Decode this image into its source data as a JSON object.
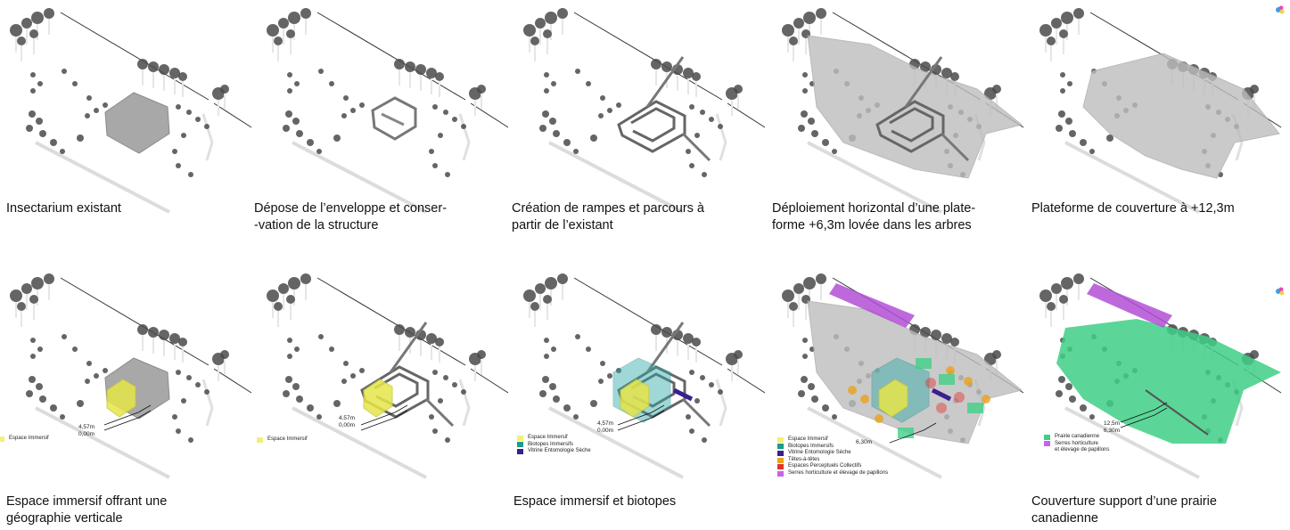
{
  "panels": [
    {
      "caption": [
        "Insectarium existant"
      ],
      "legend": [],
      "heights": []
    },
    {
      "caption": [
        "Dépose de l’enveloppe et conser-",
        "-vation de la structure"
      ],
      "legend": [],
      "heights": []
    },
    {
      "caption": [
        "Création de rampes et parcours à",
        "partir de l’existant"
      ],
      "legend": [],
      "heights": []
    },
    {
      "caption": [
        "Déploiement horizontal d’une plate-",
        "forme +6,3m lovée dans les arbres"
      ],
      "legend": [],
      "heights": []
    },
    {
      "caption": [
        "Plateforme de couverture à +12,3m"
      ],
      "legend": [],
      "heights": []
    },
    {
      "caption": [
        "Espace immersif offrant une",
        "géographie verticale"
      ],
      "legend": [
        {
          "label": "Espace Immersif",
          "color": "#eef27a"
        }
      ],
      "heights": [
        "4,57m",
        "0,00m"
      ]
    },
    {
      "caption": [
        ""
      ],
      "legend": [
        {
          "label": "Espace Immersif",
          "color": "#eef27a"
        }
      ],
      "heights": [
        "4,57m",
        "0,00m"
      ]
    },
    {
      "caption": [
        "Espace immersif et biotopes"
      ],
      "legend": [
        {
          "label": "Espace Immersif",
          "color": "#eef27a"
        },
        {
          "label": "Biotopes Immersifs",
          "color": "#1f9a8e"
        },
        {
          "label": "Vitrine Entomologie Sèche",
          "color": "#3a1f8f"
        }
      ],
      "heights": [
        "4,57m",
        "0,00m"
      ]
    },
    {
      "caption": [
        ""
      ],
      "legend": [
        {
          "label": "Espace Immersif",
          "color": "#eef27a"
        },
        {
          "label": "Biotopes Immersifs",
          "color": "#1f9a8e"
        },
        {
          "label": "Vitrine Entomologie Sèche",
          "color": "#3a1f8f"
        },
        {
          "label": "Têtes-à-têtes",
          "color": "#e8a21c"
        },
        {
          "label": "Espaces Perceptuels Collectifs",
          "color": "#e0342a"
        },
        {
          "label": "Serres horticulture et élevage de papillons",
          "color": "#c864e6"
        }
      ],
      "heights": [
        "6,30m"
      ]
    },
    {
      "caption": [
        "Couverture support d’une prairie",
        "canadienne"
      ],
      "legend": [
        {
          "label": "Prairie canadienne",
          "color": "#3ecf86"
        },
        {
          "label": "Serres horticulture",
          "color": "#c864e6"
        },
        {
          "label": "et élevage de papillons",
          "color": ""
        }
      ],
      "heights": [
        "12,5m",
        "6,30m"
      ]
    }
  ],
  "colors": {
    "tree": "#4a4a4a",
    "building": "#9a9a9a",
    "platform": "#bdbdbd",
    "immersive": "#e6e64a",
    "biotope": "#2fa8a8",
    "vitrine": "#3a1f8f",
    "tete": "#e8a21c",
    "collectif": "#e0342a",
    "serre": "#b24fd6",
    "prairie": "#3ecf86"
  }
}
